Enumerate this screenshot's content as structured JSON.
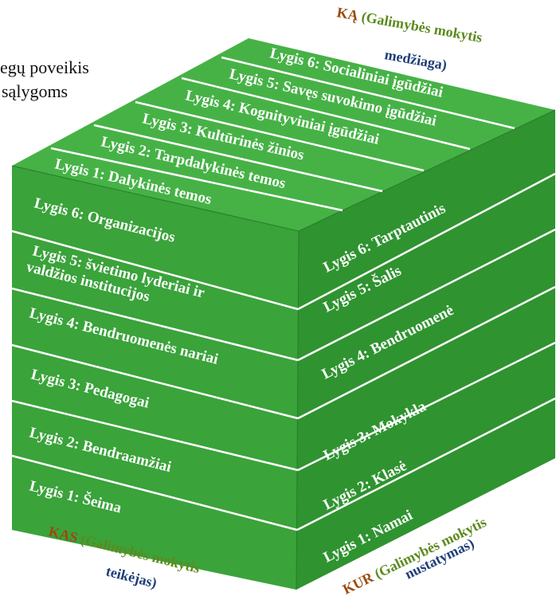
{
  "colors": {
    "front_face": "#3aa33a",
    "right_face": "#2f9330",
    "top_face": "#46b246",
    "divider": "#ffffff",
    "kas_key": "#9a4a0f",
    "kur_key": "#9a4a0f",
    "ka_key": "#9a4a0f",
    "green_caption": "#5c8a1e",
    "blue_caption": "#1f3f78"
  },
  "partial_text": {
    "line1": "egų poveikis",
    "line2": "sąlygoms"
  },
  "top_levels": [
    "Lygis 6: Socialiniai įgūdžiai",
    "Lygis 5: Savęs suvokimo įgūdžiai",
    "Lygis 4: Kognityviniai įgūdžiai",
    "Lygis 3: Kultūrinės žinios",
    "Lygis 2: Tarpdalykinės temos",
    "Lygis 1: Dalykinės temos"
  ],
  "front_levels": {
    "l6": "Lygis 6: Organizacijos",
    "l5_line1": "Lygis 5: švietimo lyderiai ir",
    "l5_line2": "valdžios institucijos",
    "l4": "Lygis 4: Bendruomenės nariai",
    "l3": "Lygis 3: Pedagogai",
    "l2": "Lygis 2: Bendraamžiai",
    "l1": "Lygis 1: Šeima"
  },
  "right_levels": [
    "Lygis 6: Tarptautinis",
    "Lygis 5: Šalis",
    "Lygis 4: Bendruomenė",
    "Lygis 3: Mokykla",
    "Lygis 2: Klasė",
    "Lygis 1: Namai"
  ],
  "captions": {
    "ka_key": "KĄ",
    "ka_rest": " (Galimybės mokytis",
    "ka_line2": "medžiaga)",
    "kas_key": "KAS",
    "kas_rest": " (Galimybės mokytis",
    "kas_line2": "teikėjas)",
    "kur_key": "KUR",
    "kur_rest": " (Galimybės mokytis",
    "kur_line2": "nustatymas)"
  }
}
